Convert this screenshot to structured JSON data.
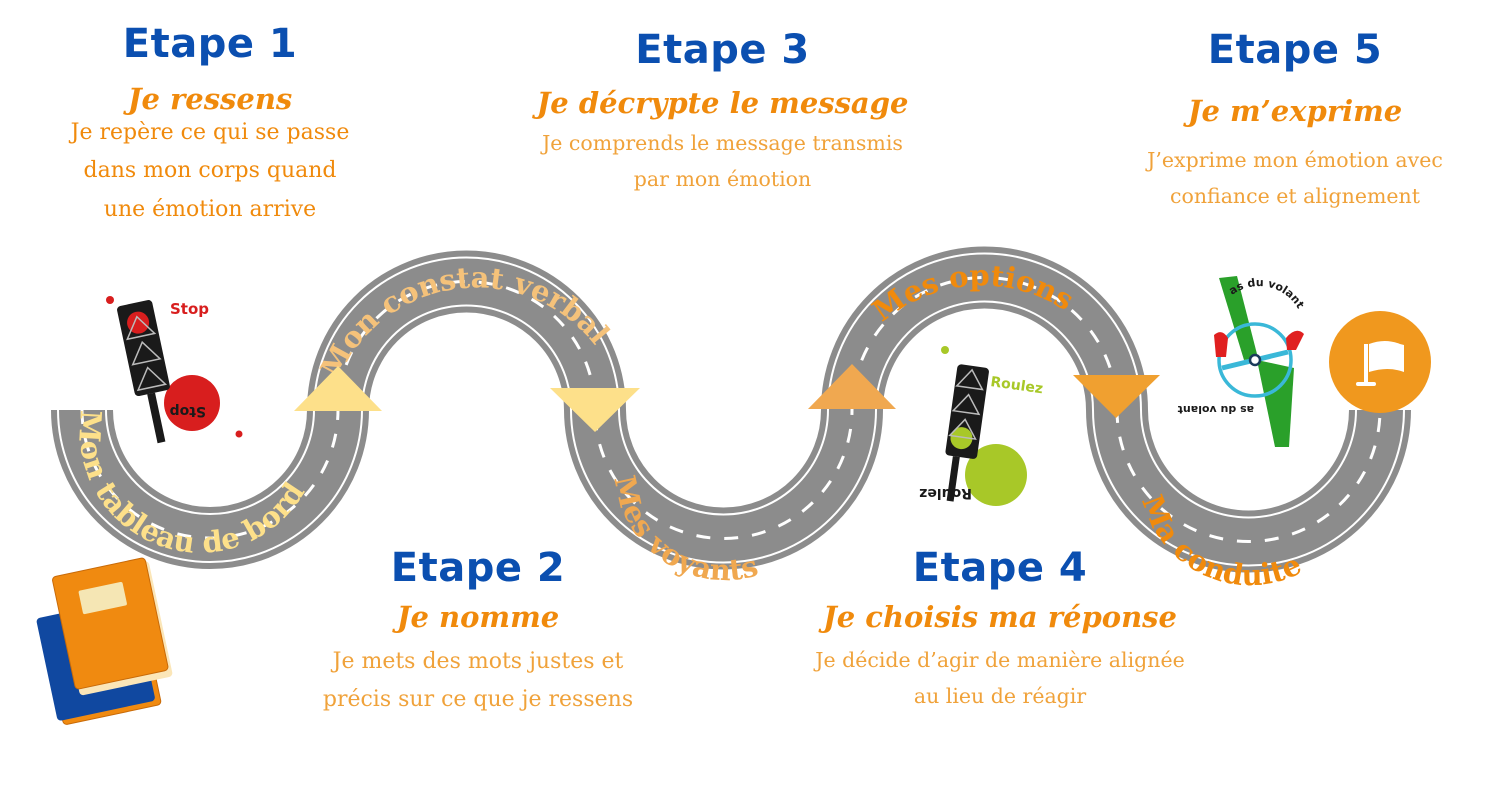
{
  "colors": {
    "step_title": "#0b4fb0",
    "step_subtitle": "#f08a0c",
    "step_desc": "#f0a23a",
    "road": "#8c8c8c",
    "road_line": "#ffffff",
    "arrow_light": "#fde08a",
    "arrow_mid": "#f0a850",
    "arrow_dark": "#f0a030",
    "flag_circle": "#f0981e"
  },
  "steps": [
    {
      "title": "Etape 1",
      "subtitle": "Je ressens",
      "description": [
        "Je repère ce qui se passe",
        "dans mon corps quand",
        "une émotion arrive"
      ]
    },
    {
      "title": "Etape 2",
      "subtitle": "Je nomme",
      "description": [
        "Je mets des mots justes et",
        "précis sur ce que je ressens"
      ]
    },
    {
      "title": "Etape 3",
      "subtitle": "Je décrypte le message",
      "description": [
        "Je comprends le message transmis",
        "par mon émotion"
      ]
    },
    {
      "title": "Etape 4",
      "subtitle": "Je choisis ma réponse",
      "description": [
        "Je décide d’agir de manière alignée",
        "au lieu de réagir"
      ]
    },
    {
      "title": "Etape 5",
      "subtitle": "Je m’exprime",
      "description": [
        "J’exprime mon émotion avec",
        "confiance et alignement"
      ]
    }
  ],
  "road_labels": [
    {
      "text": "Mon tableau de bord",
      "color": "#fde08a"
    },
    {
      "text": "Mon constat verbal",
      "color": "#f5c27a"
    },
    {
      "text": "Mes voyants",
      "color": "#f0a850"
    },
    {
      "text": "Mes options",
      "color": "#f08a0c"
    },
    {
      "text": "Ma conduite",
      "color": "#f08a0c"
    }
  ],
  "illustrations": {
    "stop_light": {
      "label_top": "Stop",
      "label_bottom": "Stop",
      "color": "#d81e1e"
    },
    "go_light": {
      "label_top": "Roulez",
      "label_bottom": "Roulez",
      "color": "#a8c828"
    },
    "steering_wheel": {
      "label_top": "as du volant",
      "label_bottom": "as du volant"
    },
    "finish_flag": {
      "icon": "flag-icon"
    },
    "notebooks": {
      "icon": "notebooks-icon"
    }
  }
}
